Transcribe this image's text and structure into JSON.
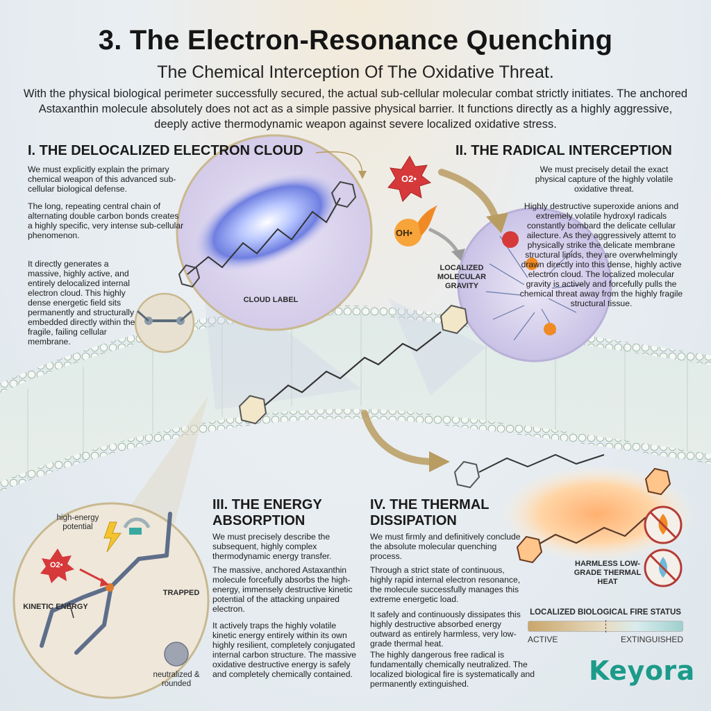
{
  "title": "3. The Electron-Resonance Quenching",
  "subtitle": "The Chemical Interception Of The Oxidative Threat.",
  "intro": "With the physical biological perimeter successfully secured, the actual sub-cellular molecular combat strictly initiates. The anchored Astaxanthin molecule absolutely does not act as a simple passive physical barrier. It functions directly as a highly aggressive, deeply active thermodynamic weapon against severe localized oxidative stress.",
  "sections": {
    "s1": {
      "title": "I. THE DELOCALIZED ELECTRON CLOUD",
      "p1": "We must explicitly explain the primary chemical weapon of this advanced sub-cellular biological defense.",
      "p2": "The long, repeating central chain of alternating double carbon bonds creates a highly specific, very intense sub-cellular phenomenon.",
      "p3": "It directly generates a massive, highly active, and entirely delocalized internal electron cloud. This highly dense energetic field sits permanently and structurally embedded directly within the fragile, failing cellular membrane.",
      "cloud_label": "CLOUD LABEL"
    },
    "s2": {
      "title": "II. THE RADICAL INTERCEPTION",
      "p1": "We must precisely detail the exact physical capture of the highly volatile oxidative threat.",
      "p2": "Highly destructive superoxide anions and extremely volatile hydroxyl radicals constantly bombard the delicate cellular ailecture. As they aggressively attemt to physically strike the delicate membrane structural lipids, they are overwhelmingly drawn directly into this dense, highly active electron cloud. The localized molecular gravity is actively and forcefully pulls the chemical threat away from the highly fragile structural tissue.",
      "gravity_label": "LOCALIZED MOLECULAR GRAVITY",
      "o2_label": "O2•",
      "oh_label": "OH•"
    },
    "s3": {
      "title": "III. THE ENERGY ABSORPTION",
      "p1": "We must precisely describe the subsequent, highly complex thermodynamic energy transfer.",
      "p2": "The massive, anchored Astaxanthin molecule forcefully absorbs the high-energy, immensely destructive kinetic potential of the attacking unpaired electron.",
      "p3": "It actively traps the highly volatile kinetic energy entirely within its own highly resilient, completely conjugated internal carbon structure. The massive oxidative destructive energy is safely and completely chemically contained.",
      "high_energy": "high-energy potential",
      "kinetic": "KINETIC ENERGY",
      "trapped": "TRAPPED",
      "neutralized": "neutralized & rounded",
      "o2_label": "O2•"
    },
    "s4": {
      "title": "IV. THE THERMAL DISSIPATION",
      "p1": "We must firmly and definitively conclude the absolute molecular quenching process.",
      "p2": "Through a strict state of continuous, highly rapid internal electron resonance, the molecule successfully manages this extreme energetic load.",
      "p3": "It safely and continuously dissipates this highly destructive absorbed energy outward as entirely harmless, very low-grade thermal heat.",
      "p4": "The highly dangerous free radical is fundamentally chemically neutralized. The localized biological fire is systematically and permanently extinguished.",
      "heat_label": "HARMLESS LOW-GRADE THERMAL HEAT"
    }
  },
  "status": {
    "title": "LOCALIZED BIOLOGICAL FIRE STATUS",
    "left": "ACTIVE",
    "right": "EXTINGUISHED"
  },
  "brand": "Keyora",
  "colors": {
    "accent": "#1c9b8a",
    "radical": "#d6393a",
    "fire": "#f08a24",
    "cloud": "#7d8fe6"
  }
}
